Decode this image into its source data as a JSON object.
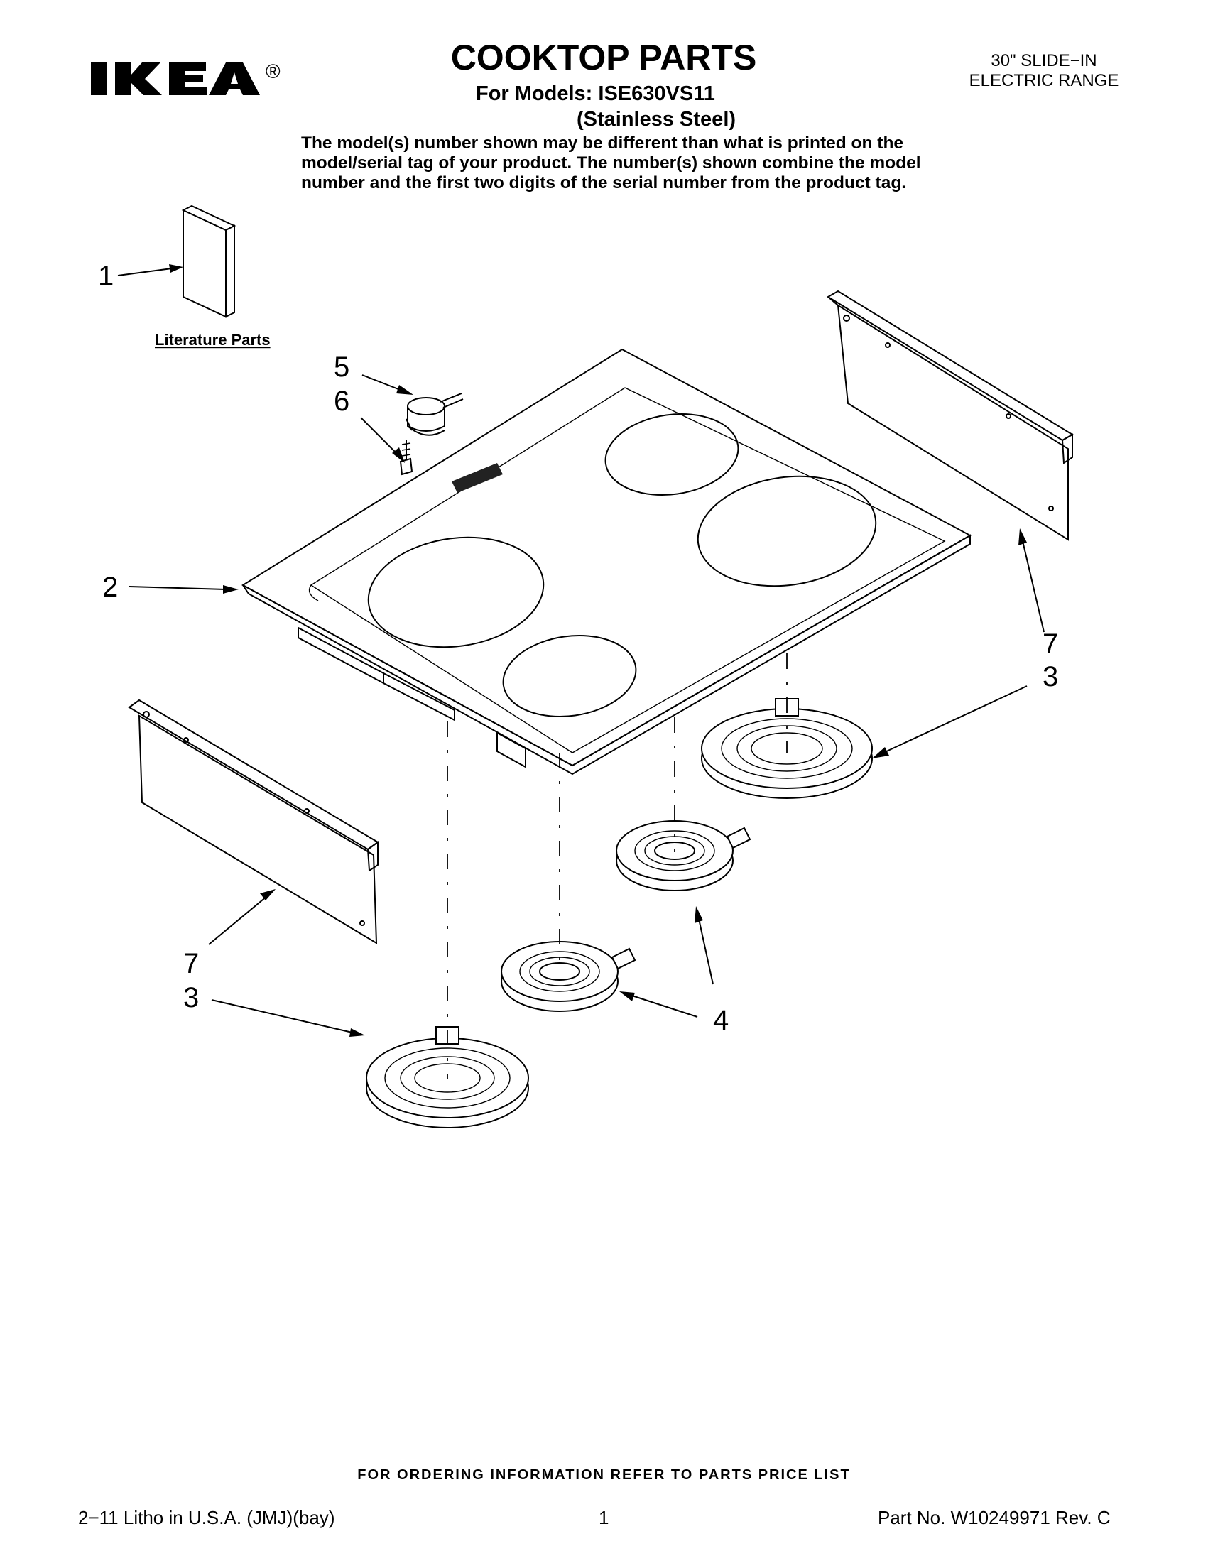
{
  "header": {
    "brand": "IKEA",
    "brand_mark": "®",
    "title": "COOKTOP PARTS",
    "models_line": "For Models: ISE630VS11",
    "finish_line": "(Stainless Steel)",
    "product_line1": "30\" SLIDE−IN",
    "product_line2": "ELECTRIC RANGE",
    "note": "The model(s) number shown may be different than what is printed on the model/serial tag of your product. The number(s) shown combine the model number and the first two digits of the serial number from the product tag."
  },
  "diagram": {
    "literature_label": "Literature Parts",
    "callouts": {
      "c1": "1",
      "c2": "2",
      "c3a": "3",
      "c3b": "3",
      "c4": "4",
      "c5": "5",
      "c6": "6",
      "c7a": "7",
      "c7b": "7"
    }
  },
  "footer": {
    "ordering": "FOR ORDERING INFORMATION REFER TO PARTS PRICE LIST",
    "litho": "2−11 Litho in U.S.A. (JMJ)(bay)",
    "page": "1",
    "part_no": "Part No. W10249971 Rev. C"
  }
}
